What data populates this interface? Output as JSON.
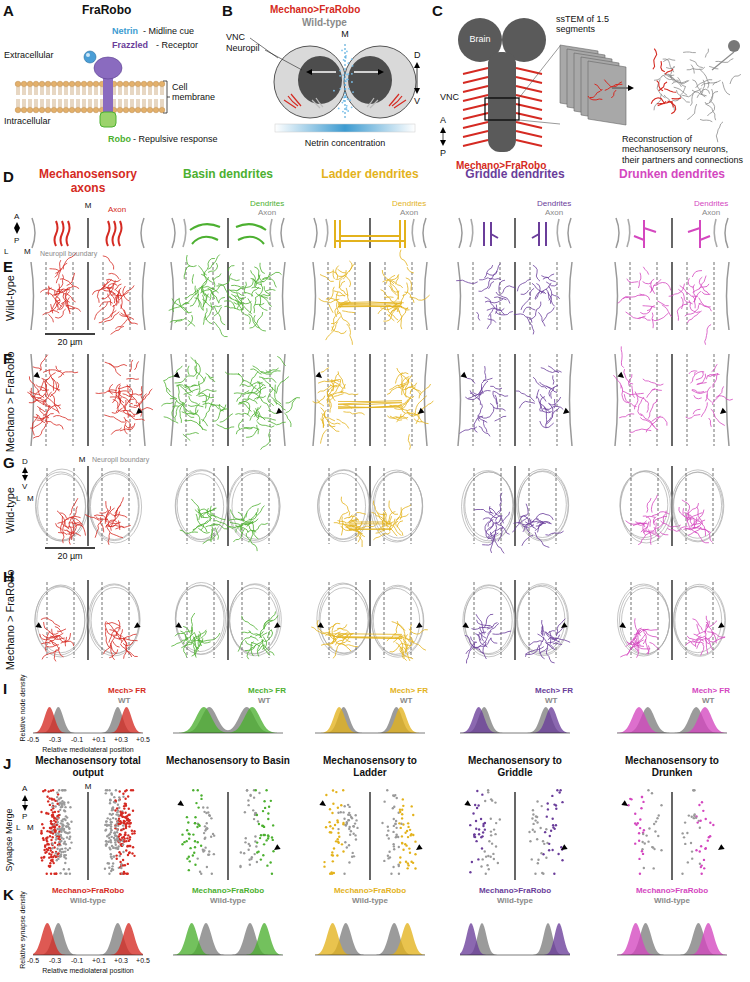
{
  "diagram": {
    "labels": [
      "A",
      "FraRobo",
      "Extracellular",
      "Netrin",
      "- Midline cue",
      "Frazzled",
      "- Receptor",
      "Cell membrane",
      "Intracellular",
      "Robo",
      "- Repulsive response",
      "B",
      "Mechano>FraRobo",
      "Wild-type",
      "VNC",
      "Neuropil",
      "M",
      "D",
      "V",
      "Netrin concentration",
      "C",
      "Brain",
      "VNC",
      "A",
      "P",
      "Mechano>FraRobo",
      "ssTEM of 1.5 segments",
      "Reconstruction of mechanosensory neurons, their partners and connections",
      "D",
      "Mechanosensory axons",
      "Basin dendrites",
      "Ladder dendrites",
      "Griddle dendrites",
      "Drunken dendrites",
      "A",
      "P",
      "L",
      "M",
      "M",
      "Axon",
      "Neuropil boundary",
      "Dendrites",
      "Axon",
      "Dendrites",
      "Axon",
      "Dendrites",
      "Axon",
      "Dendrites",
      "Axon",
      "E",
      "Wild-type",
      "20 µm",
      "F",
      "Mechano > FraRobo",
      "G",
      "Wild-type",
      "D",
      "V",
      "L",
      "M",
      "M",
      "Neuropil boundary",
      "20 µm",
      "H",
      "Mechano > FraRobo",
      "I",
      "Mech> FR",
      "WT",
      "Mech> FR",
      "WT",
      "Mech> FR",
      "WT",
      "Mech> FR",
      "WT",
      "Mech> FR",
      "WT",
      "Relative node density",
      "Relative mediolateral position",
      "-0.5",
      "-0.3",
      "-0.1",
      "+0.1",
      "+0.3",
      "+0.5",
      "J",
      "Synapse Merge",
      "Mechanosensory total output",
      "Mechanosensory to Basin",
      "Mechanosensory to Ladder",
      "Mechanosensory to Griddle",
      "Mechanosensory to Drunken",
      "A",
      "P",
      "L",
      "M",
      "M",
      "K",
      "Mechano>FraRobo",
      "Wild-type",
      "Mechano>FraRobo",
      "Wild-type",
      "Mechano>FraRobo",
      "Wild-type",
      "Mechano>FraRobo",
      "Wild-type",
      "Mechano>FraRobo",
      "Wild-type",
      "Relative synapse density",
      "Relative mediolateral position",
      "-0.5",
      "-0.3",
      "-0.1",
      "+0.1",
      "+0.3",
      "+0.5"
    ]
  }
}
